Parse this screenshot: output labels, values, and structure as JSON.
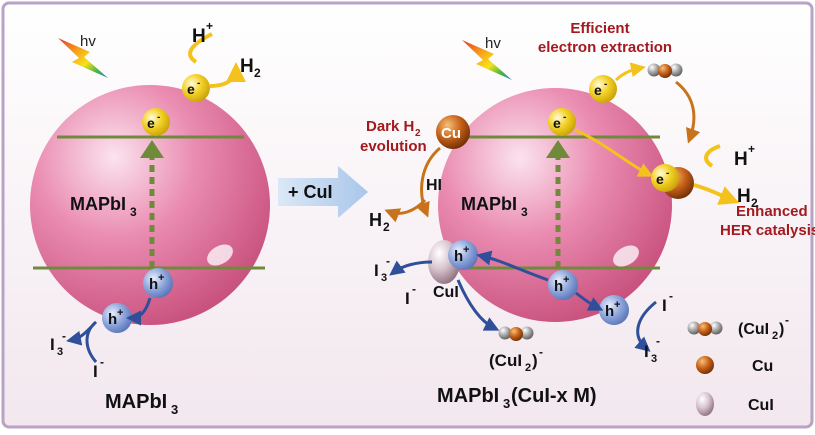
{
  "colors": {
    "frame": "#b9a2c3",
    "background_top": "#ffffff",
    "background_bottom": "#f2e7ee",
    "sphere_light": "#fbe3ee",
    "sphere_mid": "#ea8cb1",
    "sphere_dark": "#c8507d",
    "band_line": "#6f8a3a",
    "electron": "#f3d226",
    "hole": "#8ea6dc",
    "arrow_yellow": "#f4c21c",
    "arrow_blue": "#2f4f9a",
    "arrow_orange": "#c8731c",
    "red_text": "#a11a1f",
    "copper": "#c8631a",
    "cui": "#c9b1bd",
    "cui2_gray": "#8c8c8c",
    "big_arrow": "#a9c6ea"
  },
  "icons": {
    "light": "lightning-icon",
    "electron": "electron-icon",
    "hole": "hole-icon",
    "cu": "copper-atom-icon",
    "cui": "cui-particle-icon",
    "cui2": "cui2-cluster-icon"
  },
  "text": {
    "hv": "hv",
    "e": "e",
    "minus": "-",
    "h": "h",
    "plus": "+",
    "h_plus_base": "H",
    "h2_base": "H",
    "sub2": "2",
    "material": "MAPbI",
    "sub3": "3",
    "i3_base": "I",
    "i_minus_base": "I",
    "hi": "HI",
    "cu": "Cu",
    "cui": "CuI",
    "add_cui": "+ CuI"
  },
  "left_panel": {
    "caption_base": "MAPbI",
    "caption_sub": "3"
  },
  "right_panel": {
    "caption_base": "MAPbI",
    "caption_sub": "3",
    "caption_suffix": " (CuI-x M)",
    "efficient_line1": "Efficient",
    "efficient_line2": "electron extraction",
    "dark_h2_line1_base": "Dark H",
    "dark_h2_line1_sub": "2",
    "dark_h2_line2": "evolution",
    "enhanced_line1": "Enhanced",
    "enhanced_line2": "HER catalysis"
  },
  "legend": {
    "items": [
      {
        "label_base": "(CuI",
        "label_sub": "2",
        "label_end": ")",
        "label_sup": "-",
        "icon": "cui2-cluster-icon"
      },
      {
        "label_base": "Cu",
        "icon": "copper-atom-icon"
      },
      {
        "label_base": "CuI",
        "icon": "cui-particle-icon"
      }
    ]
  }
}
